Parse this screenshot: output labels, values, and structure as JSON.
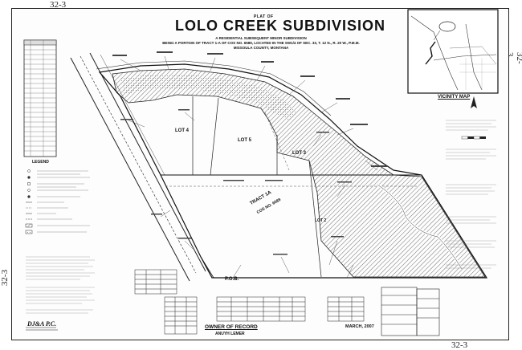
{
  "corners": {
    "top_left": "32-3",
    "top_right": "32-3",
    "left": "32-3",
    "bottom_right": "32-3"
  },
  "title_block": {
    "plat_of": "PLAT OF",
    "title": "LOLO CREEK SUBDIVISION",
    "line1": "A RESIDENTIAL SUBSEQUENT MINOR SUBDIVISION",
    "line2": "BEING A PORTION OF TRACT 1-A OF COS NO. 6589, LOCATED IN THE SW1/4 OF SEC. 33, T. 12 N., R. 20 W., P.M.M.",
    "line3": "MISSOULA COUNTY, MONTANA"
  },
  "vicinity_map": {
    "label": "VICINITY MAP"
  },
  "lots": {
    "lot4": "LOT 4",
    "lot5": "LOT 5",
    "lot3": "LOT 3",
    "lot2": "LOT 2",
    "tract": "TRACT 1A",
    "tract_cos": "COS NO. 6589",
    "pob": "P.O.B."
  },
  "legend": {
    "label": "LEGEND"
  },
  "owner": {
    "label": "OWNER OF RECORD",
    "name": "ANUYH LEMER"
  },
  "date": "MARCH, 2007",
  "firm": "DJ&A P.C."
}
